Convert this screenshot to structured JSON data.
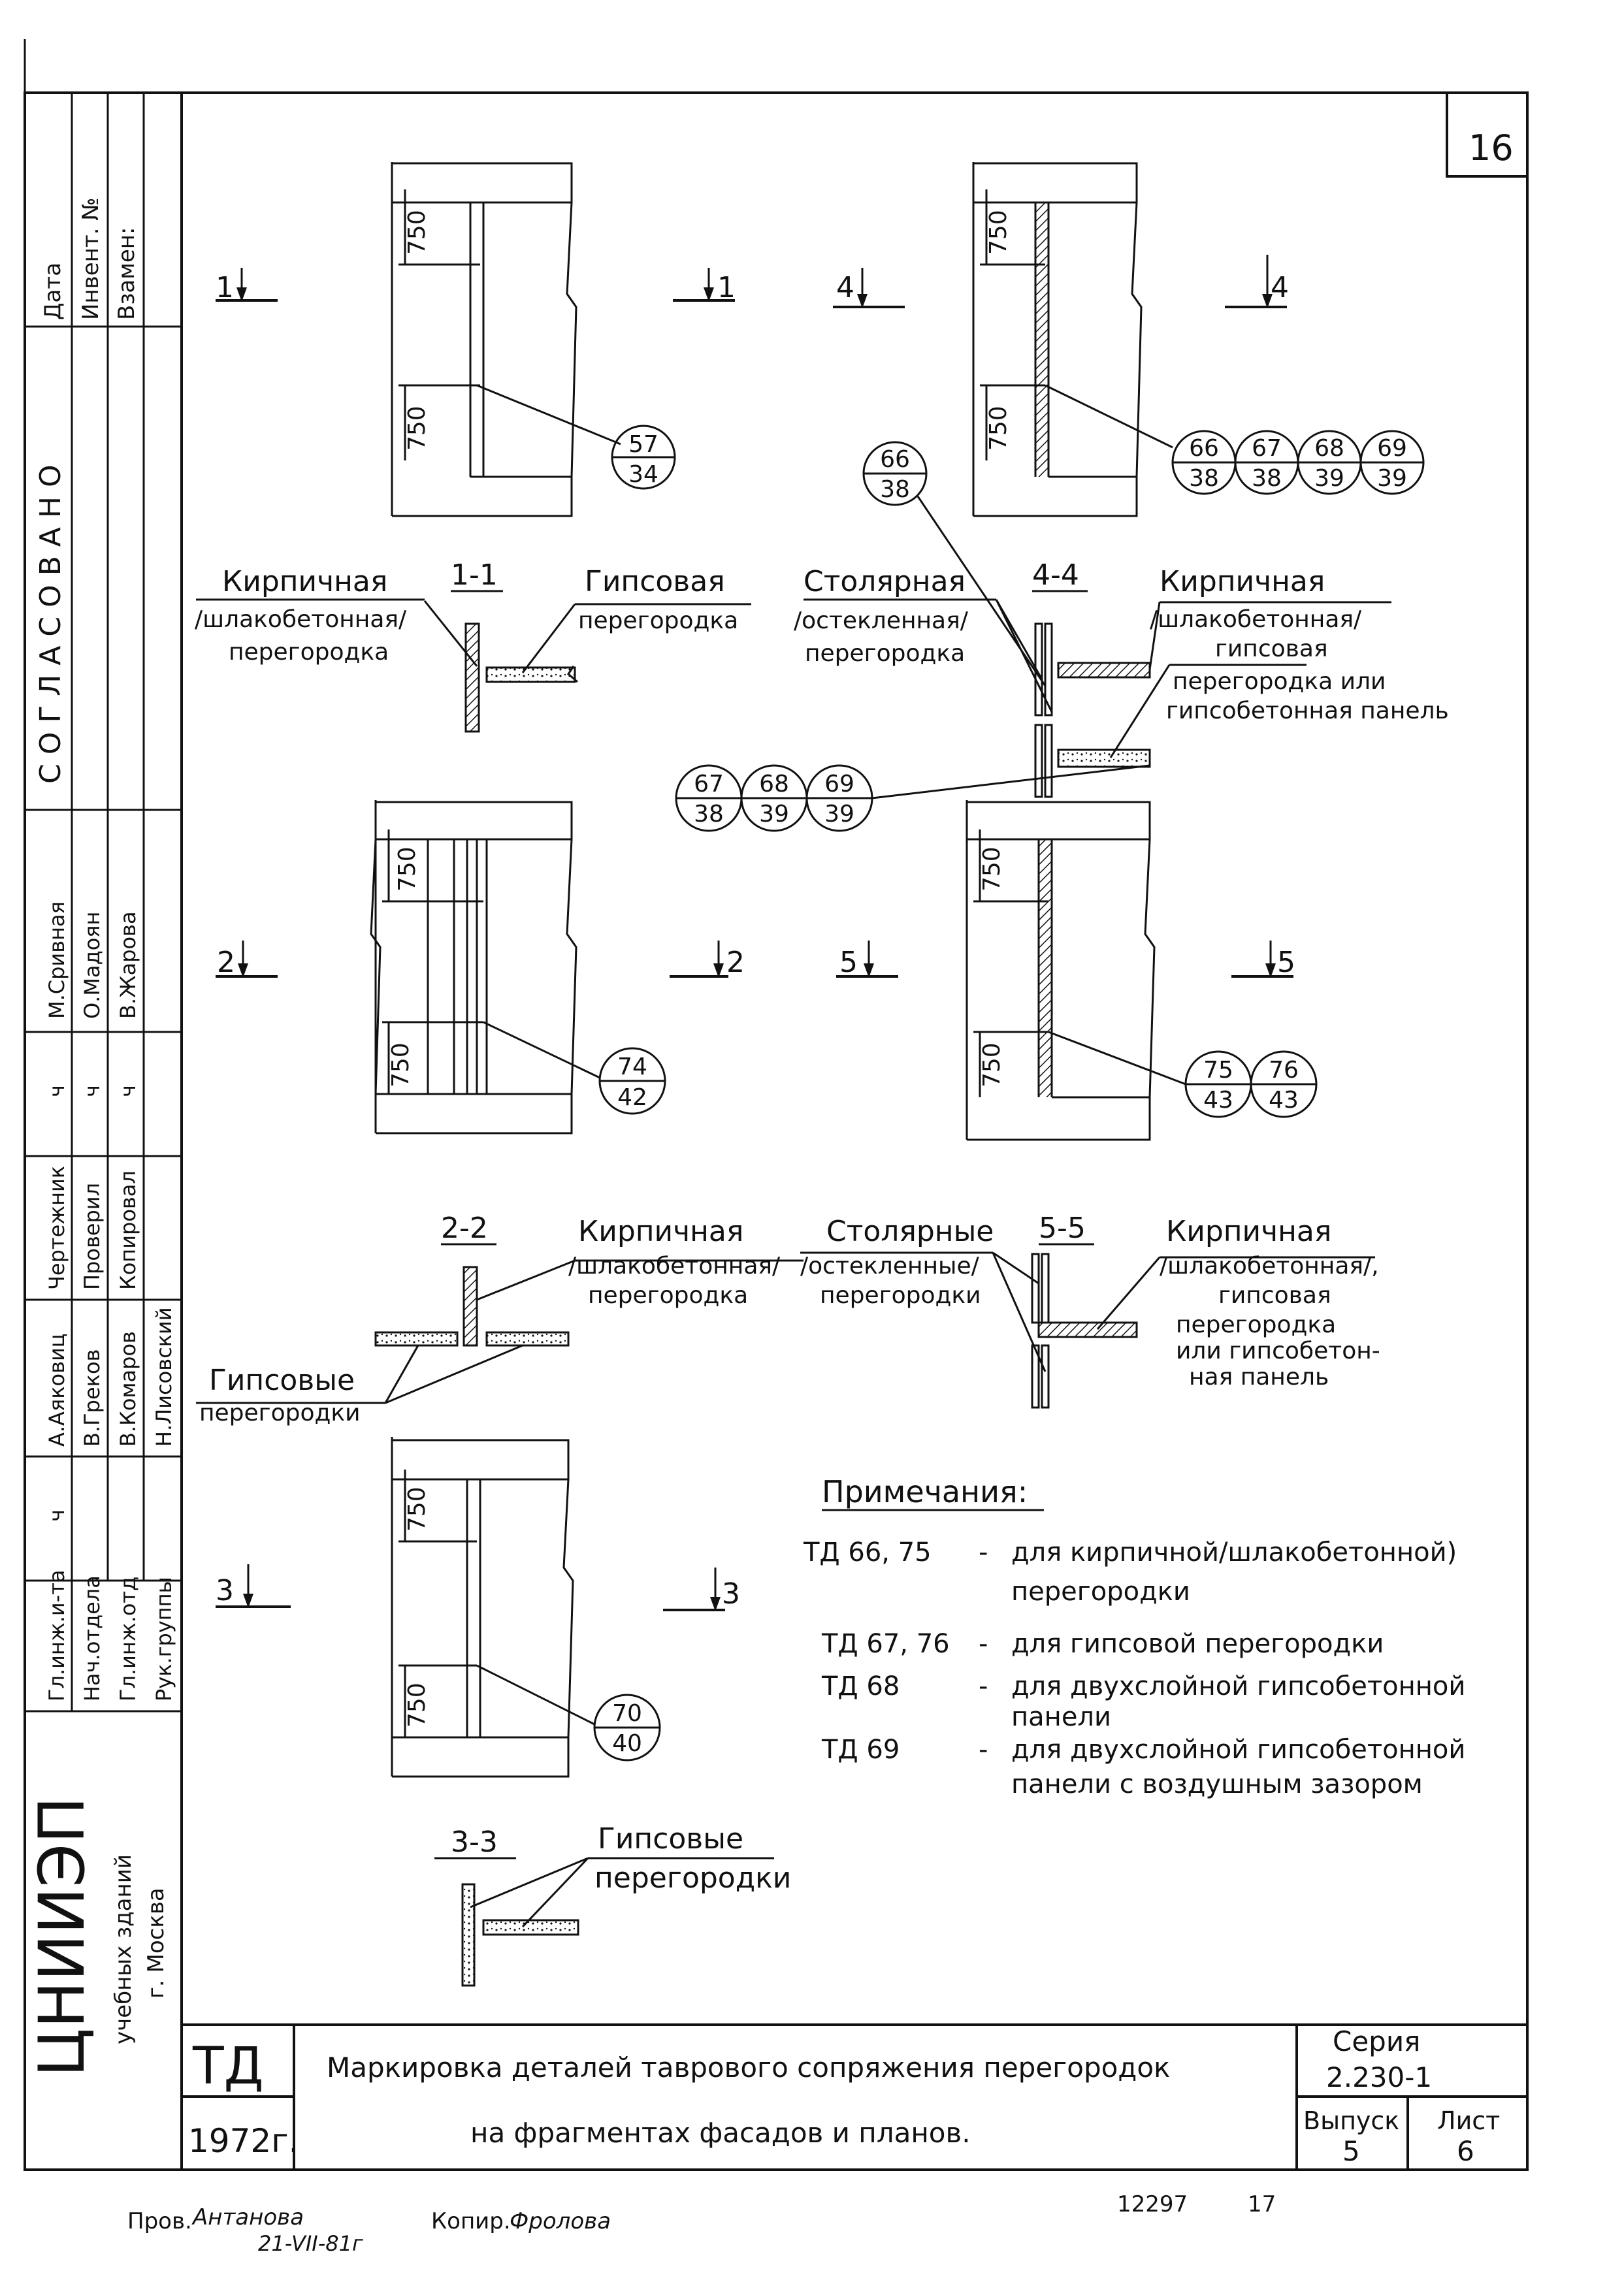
{
  "sheet_number": "16",
  "approval_header": {
    "date": "Дата",
    "inventory_no": "Инвент. №",
    "instead_of": "Взамен:",
    "agreed": "С О Г Л А С О В А Н О"
  },
  "signatures": {
    "roles": [
      "Гл.инж.и-та",
      "Нач.отдела",
      "Гл.инж.отд",
      "Рук.группы"
    ],
    "col1": [
      "А.Аяковиц",
      "В.Греков",
      "В.Комаров",
      "Н.Лисовский"
    ],
    "col2_roles": [
      "Чертежник",
      "Проверил",
      "Копировал"
    ],
    "col3": [
      "М.Сривная",
      "О.Мадоян",
      "В.Жарова"
    ],
    "marks": [
      "ч",
      "ч",
      "ч",
      "ч"
    ]
  },
  "org_stamp": {
    "name": "ЦНИИЭП",
    "sub1": "учебных зданий",
    "sub2": "г. Москва"
  },
  "fragments": {
    "f1": {
      "mark_left": "1",
      "mark_right": "1",
      "dim_top": "750",
      "dim_bottom": "750",
      "tags": [
        {
          "num": "57",
          "den": "34"
        }
      ]
    },
    "f4": {
      "mark_left": "4",
      "mark_right": "4",
      "dim_top": "750",
      "dim_bottom": "750",
      "tags": [
        {
          "num": "66",
          "den": "38"
        },
        {
          "num": "67",
          "den": "38"
        },
        {
          "num": "68",
          "den": "39"
        },
        {
          "num": "69",
          "den": "39"
        }
      ],
      "tag_left": {
        "num": "66",
        "den": "38"
      }
    },
    "f2": {
      "mark_left": "2",
      "mark_right": "2",
      "dim_top": "750",
      "dim_bottom": "750",
      "tags": [
        {
          "num": "74",
          "den": "42"
        }
      ]
    },
    "f5": {
      "mark_left": "5",
      "mark_right": "5",
      "dim_top": "750",
      "dim_bottom": "750",
      "tags": [
        {
          "num": "75",
          "den": "43"
        },
        {
          "num": "76",
          "den": "43"
        }
      ]
    },
    "f3": {
      "mark_left": "3",
      "mark_right": "3",
      "dim_top": "750",
      "dim_bottom": "750",
      "tags": [
        {
          "num": "70",
          "den": "40"
        }
      ]
    },
    "mid_tags": [
      {
        "num": "67",
        "den": "38"
      },
      {
        "num": "68",
        "den": "39"
      },
      {
        "num": "69",
        "den": "39"
      }
    ]
  },
  "sections": {
    "s11": {
      "title": "1-1",
      "left_l1": "Кирпичная",
      "left_l2": "/шлакобетонная/",
      "left_l3": "перегородка",
      "right_l1": "Гипсовая",
      "right_l2": "перегородка"
    },
    "s44": {
      "title": "4-4",
      "left_l1": "Столярная",
      "left_l2": "/остекленная/",
      "left_l3": "перегородка",
      "right_l1": "Кирпичная",
      "right_l2": "/шлакобетонная/",
      "right_l3": "гипсовая",
      "right_l4": "перегородка или",
      "right_l5": "гипсобетонная панель"
    },
    "s22": {
      "title": "2-2",
      "top_l1": "Кирпичная",
      "top_l2": "/шлакобетонная/",
      "top_l3": "перегородка",
      "bottom_l1": "Гипсовые",
      "bottom_l2": "перегородки"
    },
    "s55": {
      "title": "5-5",
      "left_l1": "Столярные",
      "left_l2": "/остекленные/",
      "left_l3": "перегородки",
      "right_l1": "Кирпичная",
      "right_l2": "/шлакобетонная/,",
      "right_l3": "гипсовая",
      "right_l4": "перегородка",
      "right_l5": "или гипсобетон-",
      "right_l6": "ная панель"
    },
    "s33": {
      "title": "3-3",
      "l1": "Гипсовые",
      "l2": "перегородки"
    }
  },
  "notes": {
    "title": "Примечания:",
    "items": [
      {
        "code": "ТД 66, 75",
        "dash": "-",
        "l1": "для кирпичной/шлакобетонной)",
        "l2": "перегородки"
      },
      {
        "code": "ТД 67, 76",
        "dash": "-",
        "l1": "для гипсовой перегородки",
        "l2": ""
      },
      {
        "code": "ТД 68",
        "dash": "-",
        "l1": "для двухслойной гипсобетонной",
        "l2": "панели"
      },
      {
        "code": "ТД 69",
        "dash": "-",
        "l1": "для двухслойной гипсобетонной",
        "l2": "панели с воздушным зазором"
      }
    ]
  },
  "title_block": {
    "code": "ТД",
    "year": "1972г.",
    "title_l1": "Маркировка деталей таврового сопряжения перегородок",
    "title_l2": "на фрагментах фасадов и планов.",
    "series_label": "Серия",
    "series_value": "2.230-1",
    "issue_label": "Выпуск",
    "issue_value": "5",
    "sheet_label": "Лист",
    "sheet_value": "6"
  },
  "footer": {
    "checked": "Пров.",
    "checked_sig": "Антанова",
    "checked_date": "21-VII-81г",
    "copied": "Копир.",
    "copied_sig": "Фролова",
    "doc_no": "12297",
    "page": "17"
  }
}
